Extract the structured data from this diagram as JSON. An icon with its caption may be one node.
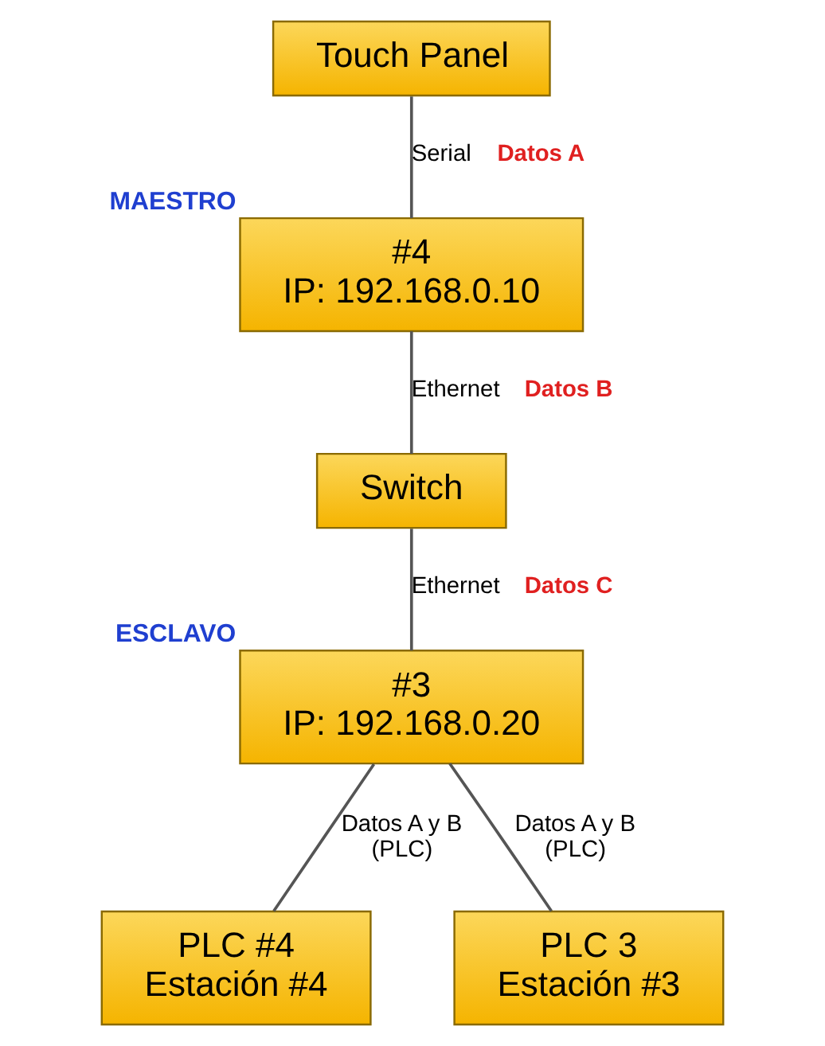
{
  "diagram": {
    "nodes": [
      {
        "text": [
          "Touch Panel"
        ]
      },
      {
        "text": [
          "#4 IP: 192.168.0.10"
        ],
        "beside": [
          "MAESTRO"
        ]
      },
      {
        "text": [
          "Switch"
        ]
      },
      {
        "text": [
          "#3 IP: 192.168.0.20"
        ],
        "beside": [
          "ESCLAVO"
        ]
      },
      {
        "text": [
          "PLC #4 Estación #4"
        ]
      },
      {
        "text": [
          "PLC 3 Estación #3"
        ]
      }
    ],
    "edges": [
      {
        "from": 0,
        "to": 1,
        "arrow": "none",
        "label": "Serial"
      },
      {
        "from": 1,
        "to": 2,
        "arrow": "none",
        "label": "Ethernet"
      },
      {
        "from": 2,
        "to": 3,
        "arrow": "none",
        "label": "Ethernet"
      },
      {
        "from": 3,
        "to": 4,
        "arrow": "none",
        "label": "Datos A y B (PLC)"
      },
      {
        "from": 3,
        "to": 5,
        "arrow": "none",
        "label": "Datos A y B (PLC)"
      }
    ],
    "labels": [
      "Datos A",
      "Datos B",
      "Datos C"
    ]
  }
}
